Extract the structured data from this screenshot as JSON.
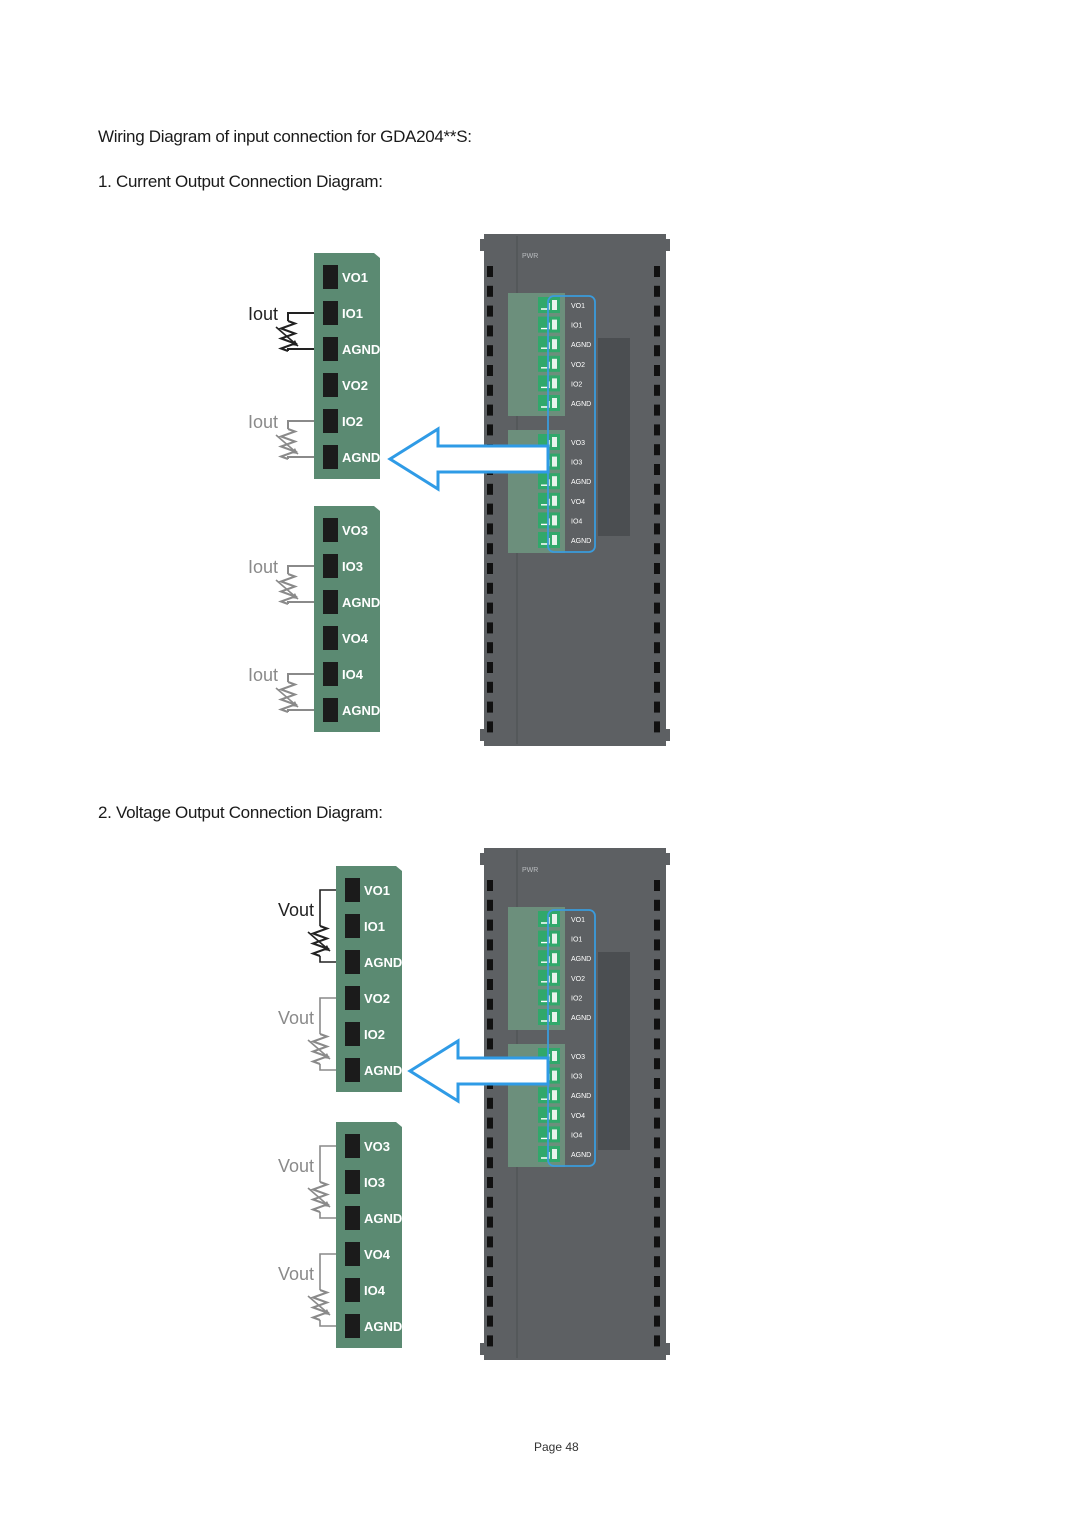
{
  "page": {
    "title": "Wiring Diagram of input connection for GDA204**S:",
    "page_number": "Page 48"
  },
  "sections": [
    {
      "heading": "1. Current Output Connection Diagram:",
      "source_label": "Iout",
      "strip_a": [
        "VO1",
        "IO1",
        "AGND",
        "VO2",
        "IO2",
        "AGND"
      ],
      "strip_b": [
        "VO3",
        "IO3",
        "AGND",
        "VO4",
        "IO4",
        "AGND"
      ]
    },
    {
      "heading": "2. Voltage Output Connection Diagram:",
      "source_label": "Vout",
      "strip_a": [
        "VO1",
        "IO1",
        "AGND",
        "VO2",
        "IO2",
        "AGND"
      ],
      "strip_b": [
        "VO3",
        "IO3",
        "AGND",
        "VO4",
        "IO4",
        "AGND"
      ]
    }
  ],
  "module": {
    "pwr_label": "PWR",
    "terminal_labels": [
      "VO1",
      "IO1",
      "AGND",
      "VO2",
      "IO2",
      "AGND",
      "VO3",
      "IO3",
      "AGND",
      "VO4",
      "IO4",
      "AGND"
    ]
  },
  "colors": {
    "strip_green": "#5b8a72",
    "terminal_green": "#31a86b",
    "module_body": "#5d6063",
    "arrow_blue": "#2f9be6",
    "highlight_blue": "#3a9bdc"
  }
}
